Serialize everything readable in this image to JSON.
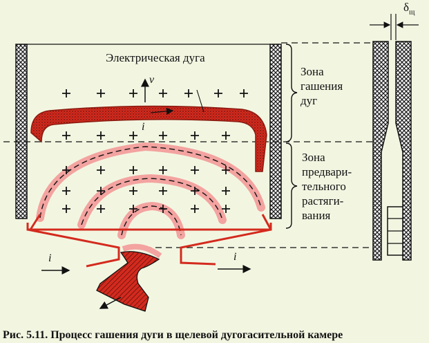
{
  "labels": {
    "arc": "Электрическая дуга",
    "zone_extinction": [
      "Зона",
      "гашения",
      "дуг"
    ],
    "zone_prestretch": [
      "Зона",
      "предвари-",
      "тельного",
      "растяги-",
      "вания"
    ],
    "velocity": "v",
    "current_arc": "i",
    "current_left": "i",
    "current_right": "i",
    "slot_width": "δ",
    "slot_width_sub": "щ"
  },
  "caption": "Рис. 5.11. Процесс гашения дуги в щелевой дугогасительной камере",
  "colors": {
    "background": "#f2f6e1",
    "arc_fill": "#d42a1e",
    "arc_glow": "#f3a3a0",
    "line": "#111111",
    "hatch_wall": "#f6f6f6"
  }
}
